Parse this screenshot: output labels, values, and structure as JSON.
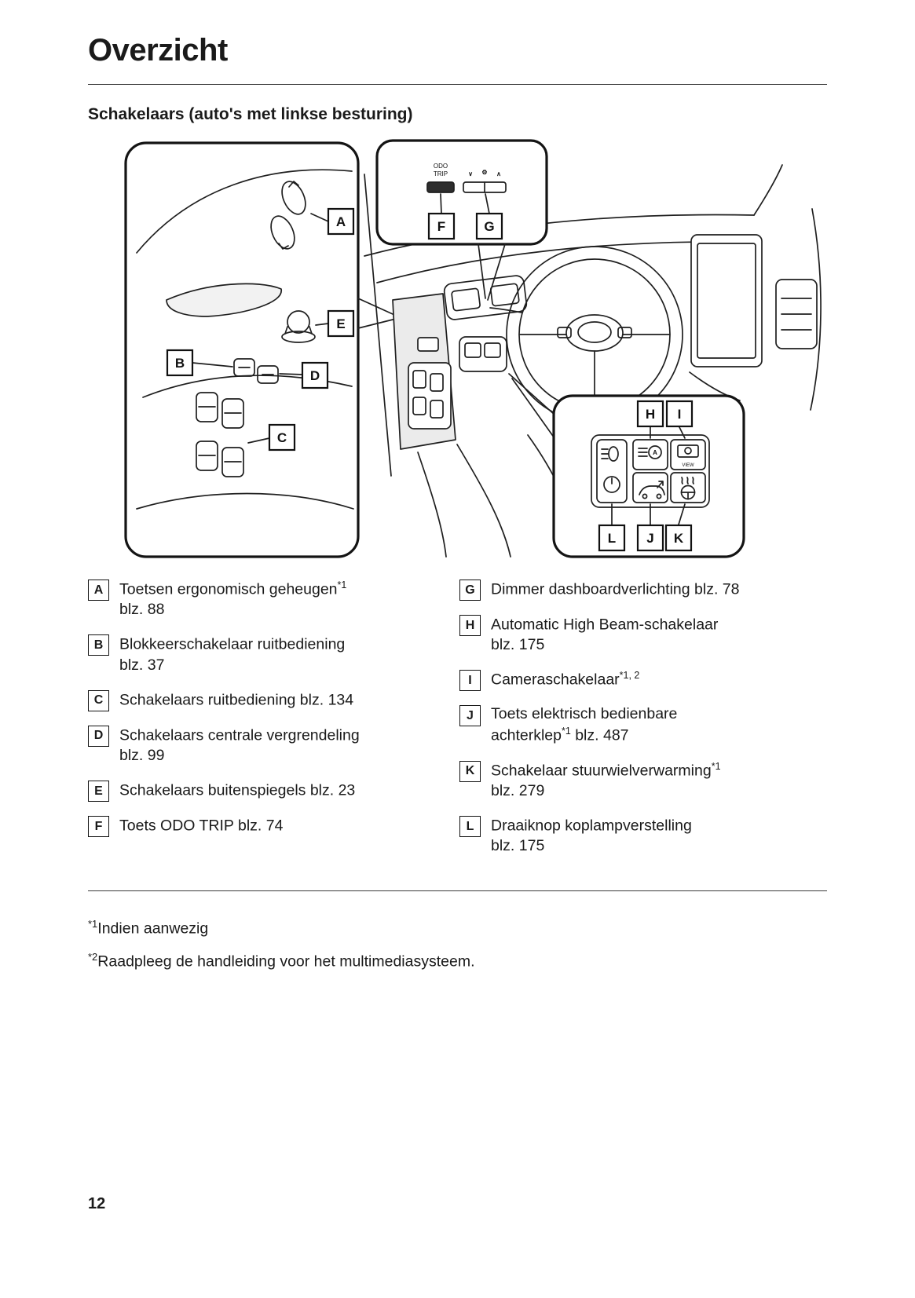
{
  "page": {
    "title": "Overzicht",
    "subtitle": "Schakelaars (auto's met linkse besturing)",
    "page_number": "12"
  },
  "legend": {
    "left": [
      {
        "key": "A",
        "t1": "Toetsen ergonomisch geheugen",
        "sup": "*1",
        "t2": "\nblz. 88"
      },
      {
        "key": "B",
        "t1": "Blokkeerschakelaar ruitbediening",
        "sup": "",
        "t2": "\nblz. 37"
      },
      {
        "key": "C",
        "t1": "Schakelaars ruitbediening blz. 134",
        "sup": "",
        "t2": ""
      },
      {
        "key": "D",
        "t1": "Schakelaars centrale vergrendeling",
        "sup": "",
        "t2": "\nblz. 99"
      },
      {
        "key": "E",
        "t1": "Schakelaars buitenspiegels blz. 23",
        "sup": "",
        "t2": ""
      },
      {
        "key": "F",
        "t1": "Toets ODO TRIP blz. 74",
        "sup": "",
        "t2": ""
      }
    ],
    "right": [
      {
        "key": "G",
        "t1": "Dimmer dashboardverlichting blz. 78",
        "sup": "",
        "t2": ""
      },
      {
        "key": "H",
        "t1": "Automatic High Beam-schakelaar",
        "sup": "",
        "t2": "\nblz. 175"
      },
      {
        "key": "I",
        "t1": "Cameraschakelaar",
        "sup": "*1, 2",
        "t2": ""
      },
      {
        "key": "J",
        "t1": "Toets elektrisch bedienbare\nachterklep",
        "sup": "*1",
        "t2": " blz. 487"
      },
      {
        "key": "K",
        "t1": "Schakelaar stuurwielverwarming",
        "sup": "*1",
        "t2": "\nblz. 279"
      },
      {
        "key": "L",
        "t1": "Draaiknop koplampverstelling",
        "sup": "",
        "t2": "\nblz. 175"
      }
    ]
  },
  "footnotes": [
    {
      "sup": "*1",
      "text": "Indien aanwezig"
    },
    {
      "sup": "*2",
      "text": "Raadpleeg de handleiding voor het multimediasysteem."
    }
  ],
  "diagram": {
    "callouts": [
      "A",
      "B",
      "C",
      "D",
      "E",
      "F",
      "G",
      "H",
      "I",
      "J",
      "K",
      "L"
    ],
    "labels": {
      "odo": "ODO",
      "trip": "TRIP",
      "view": "VIEW",
      "dimmer_down": "∨",
      "dimmer_up": "∧",
      "gear": "⚙",
      "ahb_a": "A"
    }
  }
}
